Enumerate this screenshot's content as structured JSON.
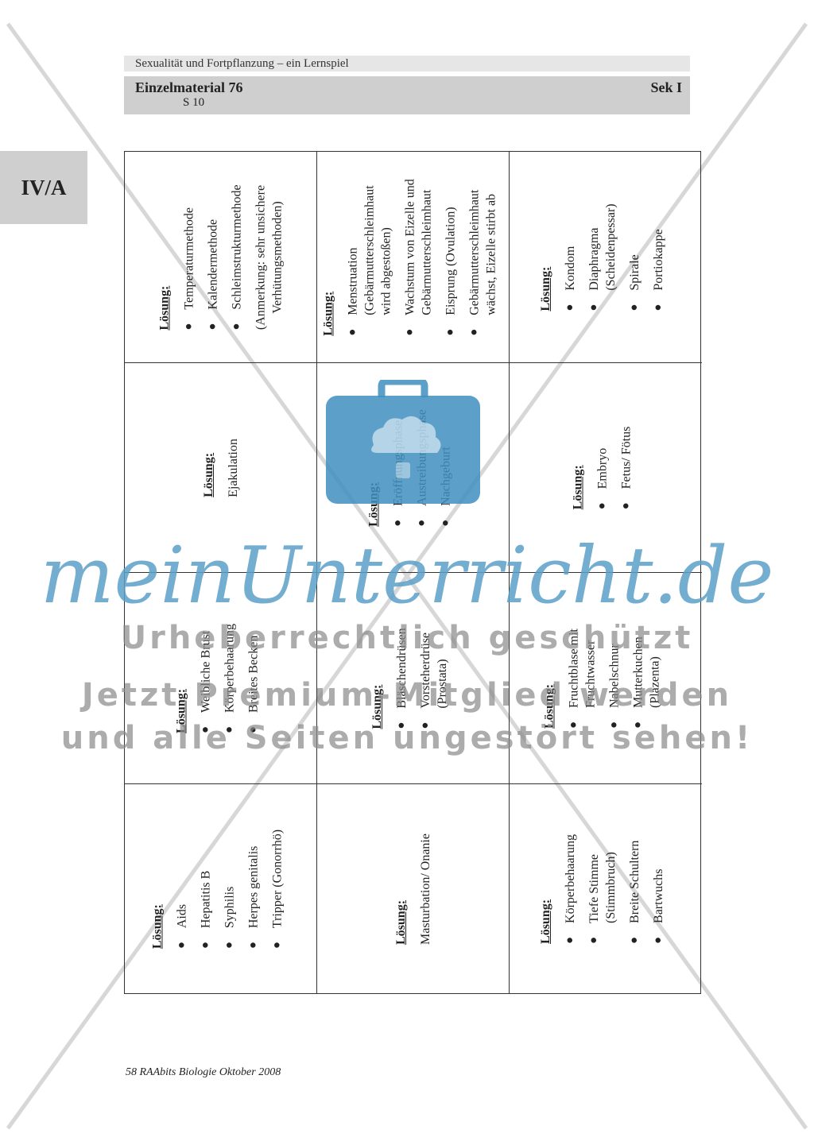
{
  "header": {
    "subject": "Sexualität und Fortpflanzung – ein Lernspiel",
    "material": "Einzelmaterial 76",
    "page": "S 10",
    "level": "Sek I"
  },
  "side_tab": "IV/A",
  "cards": [
    {
      "heading": "Lösung:",
      "items": [
        "Temperaturmethode",
        "Kalendermethode",
        "Schleimstrukturmethode"
      ],
      "note": "(Anmerkung: sehr unsichere\nVerhütungsmethoden)"
    },
    {
      "heading": "Lösung:",
      "items": [
        "Menstruation\n(Gebärmutterschleimhaut\nwird abgestoßen)",
        "Wachstum von Eizelle und\nGebärmutterschleimhaut",
        "Eisprung (Ovulation)",
        "Gebärmutterschleimhaut\nwächst, Eizelle stirbt ab"
      ]
    },
    {
      "heading": "Lösung:",
      "items": [
        "Kondom",
        "Diaphragma\n(Scheidenpessar)",
        "Spirale",
        "Portiokappe"
      ]
    },
    {
      "heading": "Lösung:",
      "plain": "Ejakulation"
    },
    {
      "heading": "Lösung:",
      "items": [
        "Eröffnungsphase",
        "Austreibungsphase",
        "Nachgeburt"
      ]
    },
    {
      "heading": "Lösung:",
      "items": [
        "Embryo",
        "Fetus/ Fötus"
      ]
    },
    {
      "heading": "Lösung:",
      "items": [
        "Weibliche Brust",
        "Körperbehaarung",
        "Breites Becken"
      ]
    },
    {
      "heading": "Lösung:",
      "items": [
        "Bläschendrüsen",
        "Vorsteherdrüse\n(Prostata)"
      ]
    },
    {
      "heading": "Lösung:",
      "items": [
        "Fruchtblase mit\nFruchtwasser",
        "Nabelschnur",
        "Mutterkuchen\n(Plazenta)"
      ]
    },
    {
      "heading": "Lösung:",
      "items": [
        "Aids",
        "Hepatitis B",
        "Syphilis",
        "Herpes genitalis",
        "Tripper (Gonorrhö)"
      ]
    },
    {
      "heading": "Lösung:",
      "plain": "Masturbation/ Onanie"
    },
    {
      "heading": "Lösung:",
      "items": [
        "Körperbehaarung",
        "Tiefe Stimme\n(Stimmbruch)",
        "Breite Schultern",
        "Bartwuchs"
      ]
    }
  ],
  "watermark": {
    "brand": "meinUnterricht.de",
    "line1": "Urheberrechtlich geschützt",
    "line2": "Jetzt Premium-Mitglied werden",
    "line3": "und alle Seiten ungestört sehen!"
  },
  "footer": "58 RAAbits Biologie Oktober 2008"
}
